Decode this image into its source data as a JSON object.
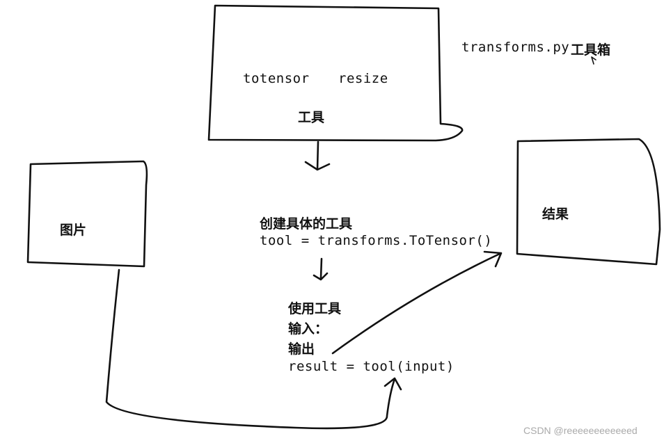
{
  "toolbox": {
    "filename": "transforms.py",
    "label": "工具箱",
    "tool_a": "totensor",
    "tool_b": "resize",
    "caption": "工具"
  },
  "image_box": {
    "label": "图片"
  },
  "result_box": {
    "label": "结果"
  },
  "create_step": {
    "heading": "创建具体的工具",
    "code": "tool = transforms.ToTensor()"
  },
  "use_step": {
    "heading": "使用工具",
    "input_label": "输入：",
    "output_label": "输出",
    "code": "result = tool(input)"
  },
  "watermark": "CSDN @reeeeeeeeeeeed"
}
